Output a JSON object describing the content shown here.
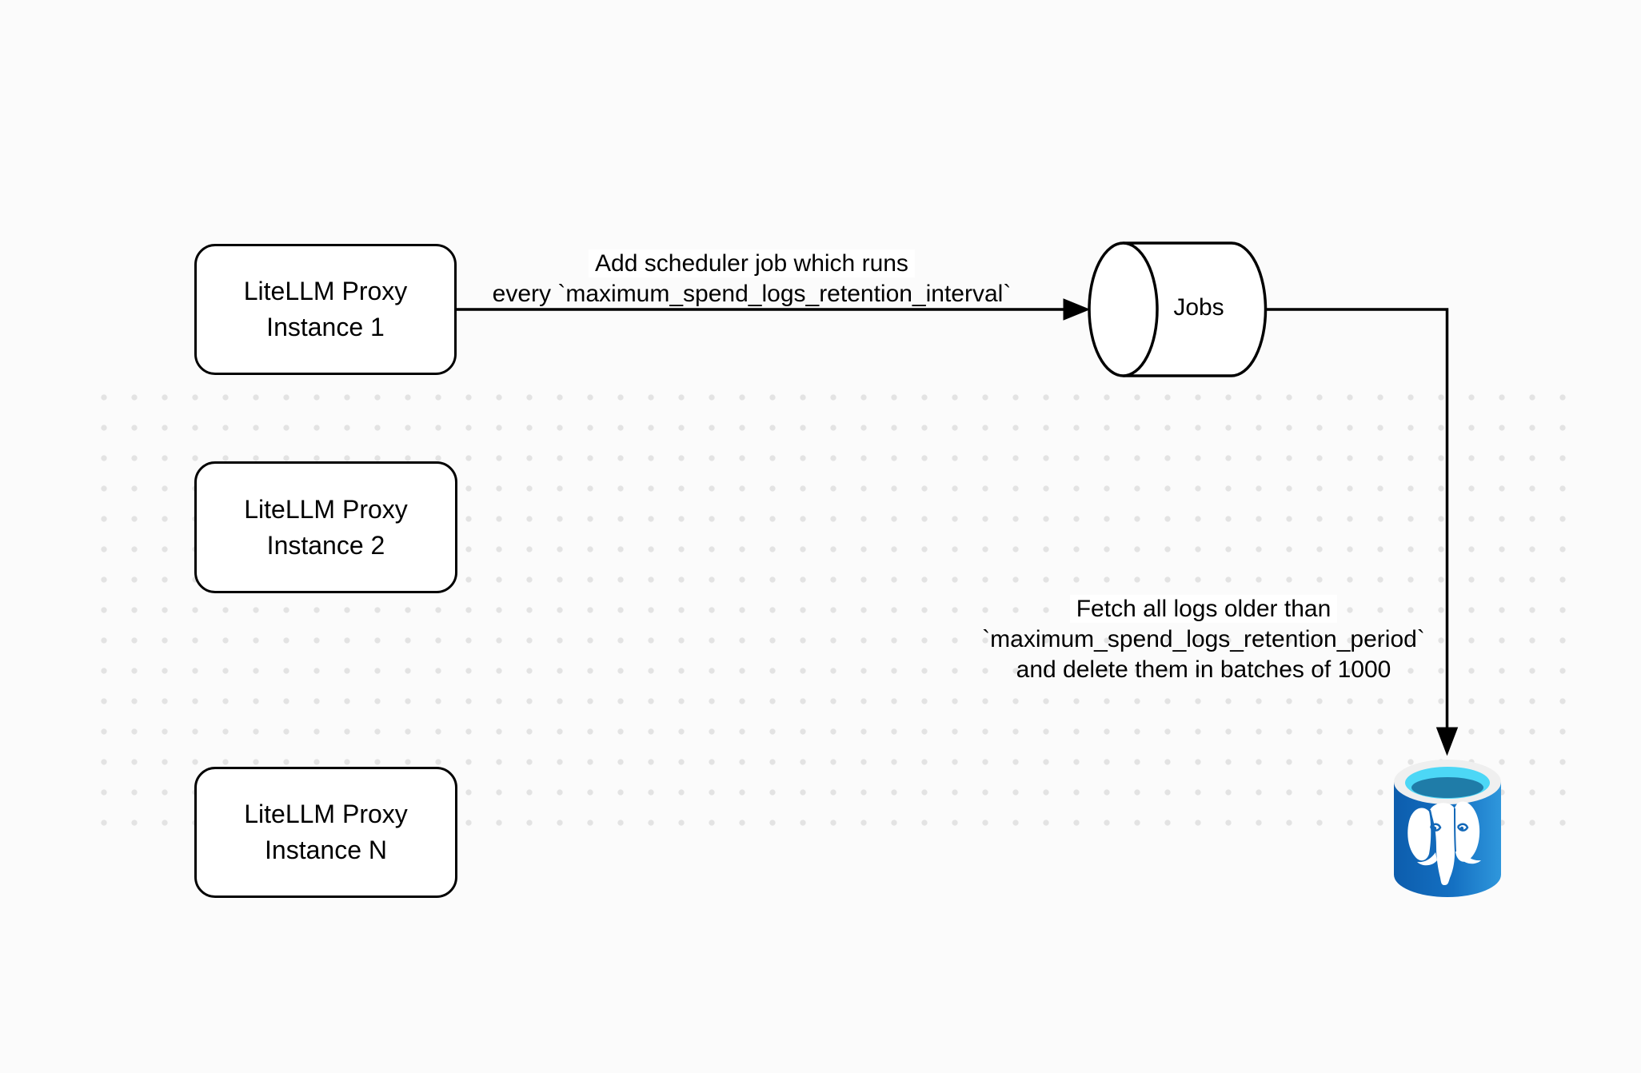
{
  "canvas": {
    "background": "#fbfbfb",
    "stroke_color": "#000000",
    "dot_color": "#e3e3e3"
  },
  "nodes": {
    "instance1": {
      "line1": "LiteLLM Proxy",
      "line2": "Instance 1"
    },
    "instance2": {
      "line1": "LiteLLM Proxy",
      "line2": "Instance 2"
    },
    "instanceN": {
      "line1": "LiteLLM Proxy",
      "line2": "Instance N"
    },
    "jobs": {
      "label": "Jobs"
    },
    "postgres": {
      "icon": "postgresql-database-icon",
      "body_blue": "#1470c2",
      "rim_white": "#efefef",
      "top_cyan": "#4cd7f6",
      "inner_teal": "#1f7ca8"
    }
  },
  "edges": {
    "add_scheduler": {
      "line1": "Add scheduler job which runs",
      "line2": "every `maximum_spend_logs_retention_interval`"
    },
    "fetch_delete": {
      "line1": "Fetch all logs older than",
      "line2": "`maximum_spend_logs_retention_period`",
      "line3": "and delete them in batches of 1000"
    }
  }
}
